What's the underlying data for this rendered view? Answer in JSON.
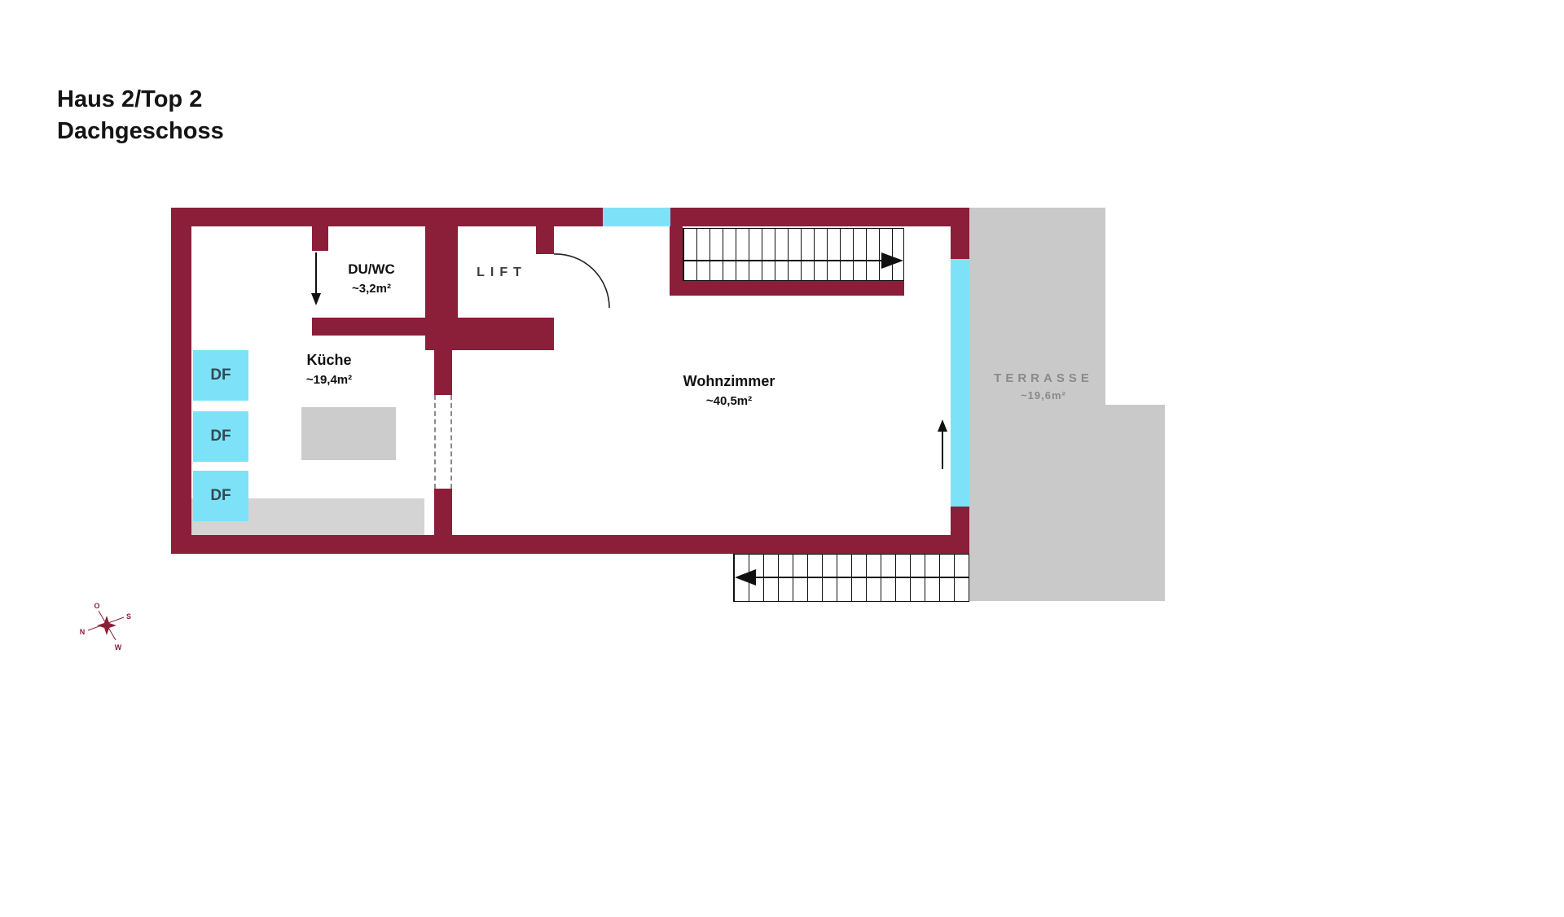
{
  "title": {
    "line1": "Haus 2/Top 2",
    "line2": "Dachgeschoss"
  },
  "rooms": {
    "duwc": {
      "name": "DU/WC",
      "area": "~3,2m²"
    },
    "lift": {
      "name": "LIFT"
    },
    "kueche": {
      "name": "Küche",
      "area": "~19,4m²"
    },
    "wohnzimmer": {
      "name": "Wohnzimmer",
      "area": "~40,5m²"
    },
    "terrasse": {
      "name": "TERRASSE",
      "area": "~19,6m²"
    }
  },
  "roof_windows": {
    "label": "DF"
  },
  "compass": {
    "north": "N",
    "east": "O",
    "south": "S",
    "west": "W"
  },
  "colors": {
    "wall": "#8b1e38",
    "window": "#7de2f7",
    "terrace": "#c9c9c9",
    "counter": "#cccccc",
    "floor_strip": "#d4d4d4",
    "ink": "#111111",
    "muted": "#8a8a8a",
    "df_text": "#37474f"
  }
}
